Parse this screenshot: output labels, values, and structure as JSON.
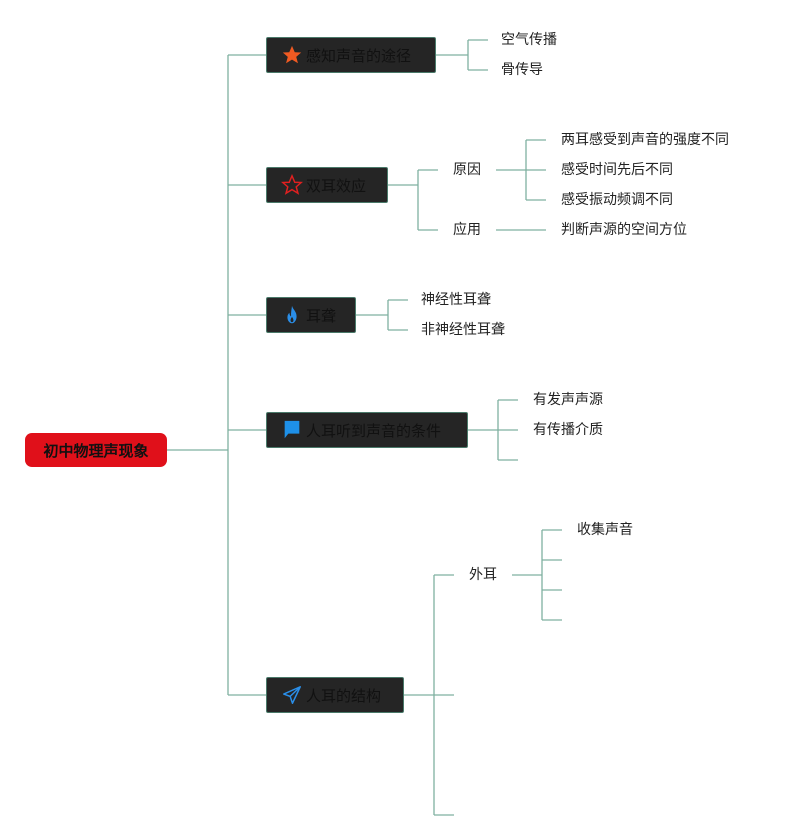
{
  "root": {
    "label": "初中物理声现象"
  },
  "colors": {
    "line": "#7fb0a0",
    "root_bg": "#e0101a",
    "topic_bg": "#252525"
  },
  "branches": [
    {
      "label": "感知声音的途径",
      "icon": "filled-star-icon",
      "children": [
        "空气传播",
        "骨传导"
      ]
    },
    {
      "label": "双耳效应",
      "icon": "outline-star-icon",
      "children": [
        {
          "label": "原因",
          "children": [
            "两耳感受到声音的强度不同",
            "感受时间先后不同",
            "感受振动频调不同"
          ]
        },
        {
          "label": "应用",
          "children": [
            "判断声源的空间方位"
          ]
        }
      ]
    },
    {
      "label": "耳聋",
      "icon": "flame-icon",
      "children": [
        "神经性耳聋",
        "非神经性耳聋"
      ]
    },
    {
      "label": "人耳听到声音的条件",
      "icon": "flag-icon",
      "children": [
        "有发声声源",
        "有传播介质",
        ""
      ]
    },
    {
      "label": "人耳的结构",
      "icon": "paper-plane-icon",
      "children": [
        {
          "label": "外耳",
          "children": [
            "收集声音",
            "",
            "",
            ""
          ]
        },
        {
          "label": "",
          "children": []
        },
        {
          "label": "",
          "children": []
        }
      ]
    }
  ]
}
